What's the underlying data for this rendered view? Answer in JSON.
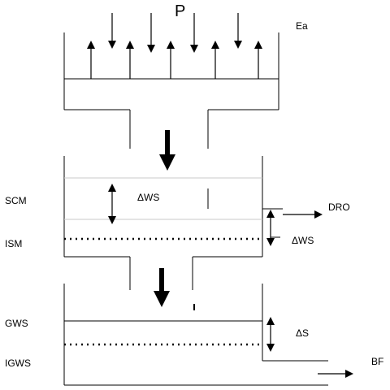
{
  "labels": {
    "precipitation": "P",
    "evaporation": "Ea",
    "soil_storage_upper": "SCM",
    "soil_storage_delta": "ΔWS",
    "overland_runoff": "DRO",
    "soil_storage_lower": "ISM",
    "soil_storage_delta_right": "ΔWS",
    "groundwater_storage": "GWS",
    "groundwater_delta": "ΔS",
    "baseflow": "BF",
    "initial_groundwater_storage": "IGWS"
  },
  "colors": {
    "line": "#000000",
    "light_line": "#c8c8c8",
    "background": "#ffffff"
  }
}
